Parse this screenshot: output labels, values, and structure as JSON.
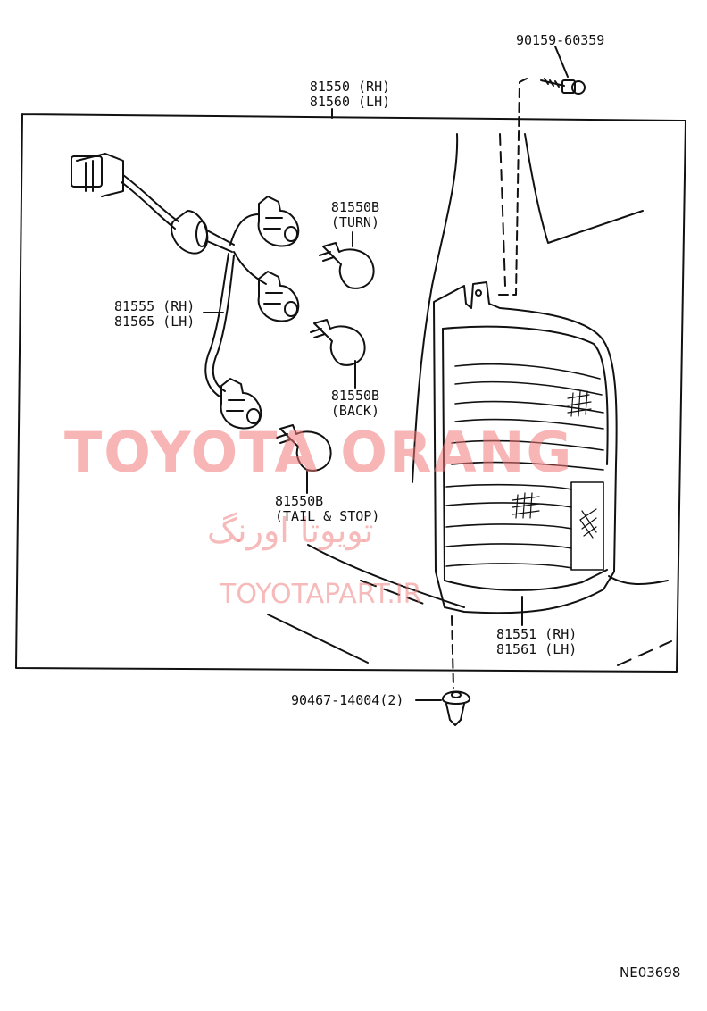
{
  "parts": {
    "bolt": "90159-60359",
    "assembly_rh": "81550 (RH)",
    "assembly_lh": "81560 (LH)",
    "bulb_turn_no": "81550B",
    "bulb_turn_desc": "(TURN)",
    "socket_rh": "81555 (RH)",
    "socket_lh": "81565 (LH)",
    "bulb_back_no": "81550B",
    "bulb_back_desc": "(BACK)",
    "bulb_tail_no": "81550B",
    "bulb_tail_desc": "(TAIL & STOP)",
    "lens_rh": "81551 (RH)",
    "lens_lh": "81561 (LH)",
    "clip": "90467-14004(2)"
  },
  "watermark": {
    "brand": "TOYOTA ORANG",
    "persian": "تویوتا اورنگ",
    "site": "TOYOTAPART.IR"
  },
  "diagram_code": "NE03698"
}
